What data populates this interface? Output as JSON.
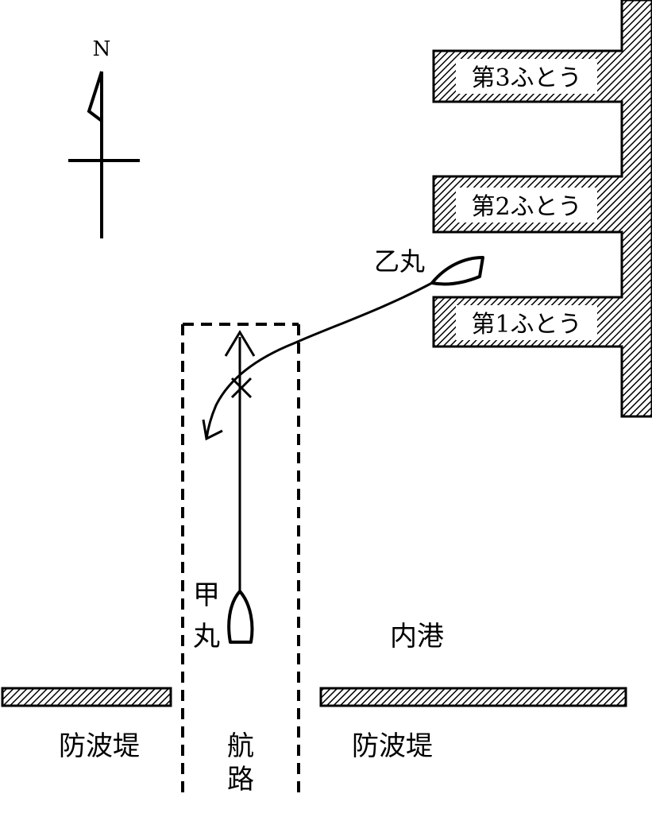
{
  "compass": {
    "label": "N"
  },
  "piers": {
    "pier3": "第3ふとう",
    "pier2": "第2ふとう",
    "pier1": "第1ふとう"
  },
  "ships": {
    "otsu": "乙丸",
    "ko_line1": "甲",
    "ko_line2": "丸"
  },
  "areas": {
    "inner_harbor": "内港",
    "breakwater_left": "防波堤",
    "breakwater_right": "防波堤",
    "channel_line1": "航",
    "channel_line2": "路"
  },
  "colors": {
    "ink": "#000000",
    "background": "#ffffff"
  }
}
